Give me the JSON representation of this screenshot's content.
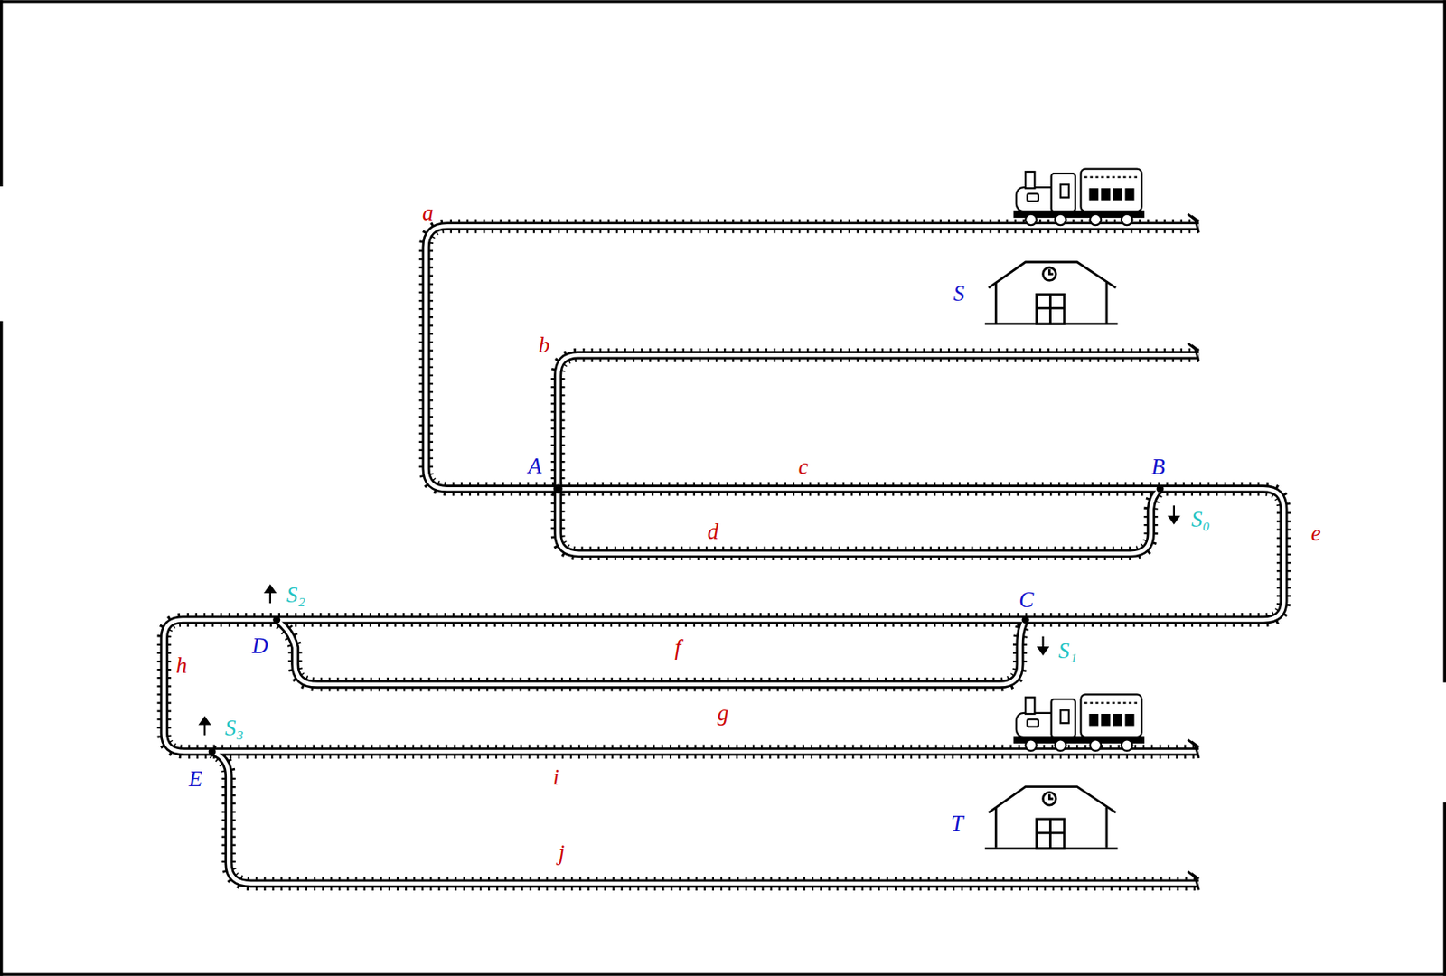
{
  "diagram": {
    "labels": [
      "a",
      "S",
      "b",
      "A",
      "c",
      "B",
      "S₀",
      "e",
      "d",
      "C",
      "S₁",
      "S₂",
      "D",
      "f",
      "h",
      "g",
      "S₃",
      "E",
      "i",
      "T",
      "j"
    ]
  }
}
